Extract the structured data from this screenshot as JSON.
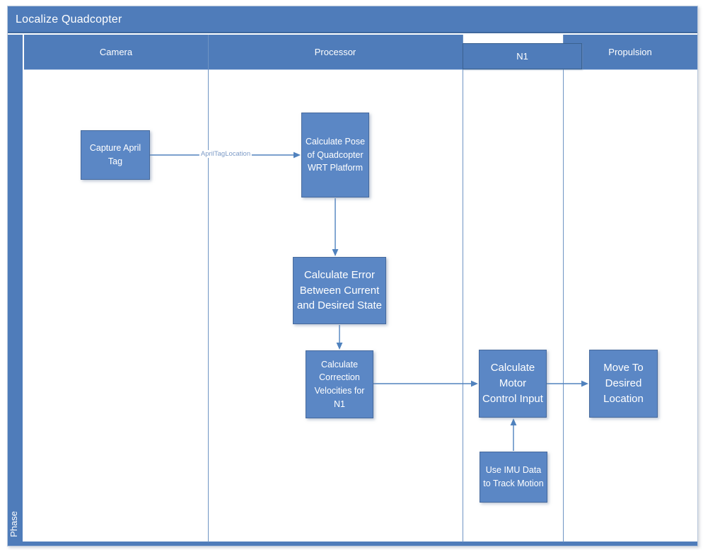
{
  "window": {
    "title": "Localize Quadcopter"
  },
  "container": {
    "phase_label": "Phase"
  },
  "lanes": [
    {
      "id": "camera",
      "label": "Camera"
    },
    {
      "id": "processor",
      "label": "Processor"
    },
    {
      "id": "n1",
      "label": "N1"
    },
    {
      "id": "propulsion",
      "label": "Propulsion"
    }
  ],
  "nodes": [
    {
      "id": "capture-april-tag",
      "lane": "Camera",
      "label": "Capture April Tag"
    },
    {
      "id": "calculate-pose",
      "lane": "Processor",
      "label": "Calculate Pose of Quadcopter WRT Platform"
    },
    {
      "id": "calculate-error",
      "lane": "Processor",
      "label": "Calculate Error Between Current and Desired State"
    },
    {
      "id": "calculate-correction",
      "lane": "Processor",
      "label": "Calculate Correction Velocities for N1"
    },
    {
      "id": "calculate-motor",
      "lane": "N1",
      "label": "Calculate Motor Control Input"
    },
    {
      "id": "move-to-desired",
      "lane": "Propulsion",
      "label": "Move To Desired Location"
    },
    {
      "id": "use-imu",
      "lane": "N1",
      "label": "Use IMU Data to Track Motion"
    }
  ],
  "connectors": [
    {
      "from": "capture-april-tag",
      "to": "calculate-pose",
      "label": "AprilTagLocation"
    },
    {
      "from": "calculate-pose",
      "to": "calculate-error",
      "label": ""
    },
    {
      "from": "calculate-error",
      "to": "calculate-correction",
      "label": ""
    },
    {
      "from": "calculate-correction",
      "to": "calculate-motor",
      "label": ""
    },
    {
      "from": "calculate-motor",
      "to": "move-to-desired",
      "label": ""
    },
    {
      "from": "use-imu",
      "to": "calculate-motor",
      "label": ""
    }
  ],
  "colors": {
    "band_fill": "#4f7cba",
    "band_border": "#3e689e",
    "node_fill": "#5b87c5",
    "node_border": "#46699c",
    "connector": "#5082be",
    "connector_label_text": "#7d9bc7",
    "lane_divider": "#6f94c4"
  }
}
